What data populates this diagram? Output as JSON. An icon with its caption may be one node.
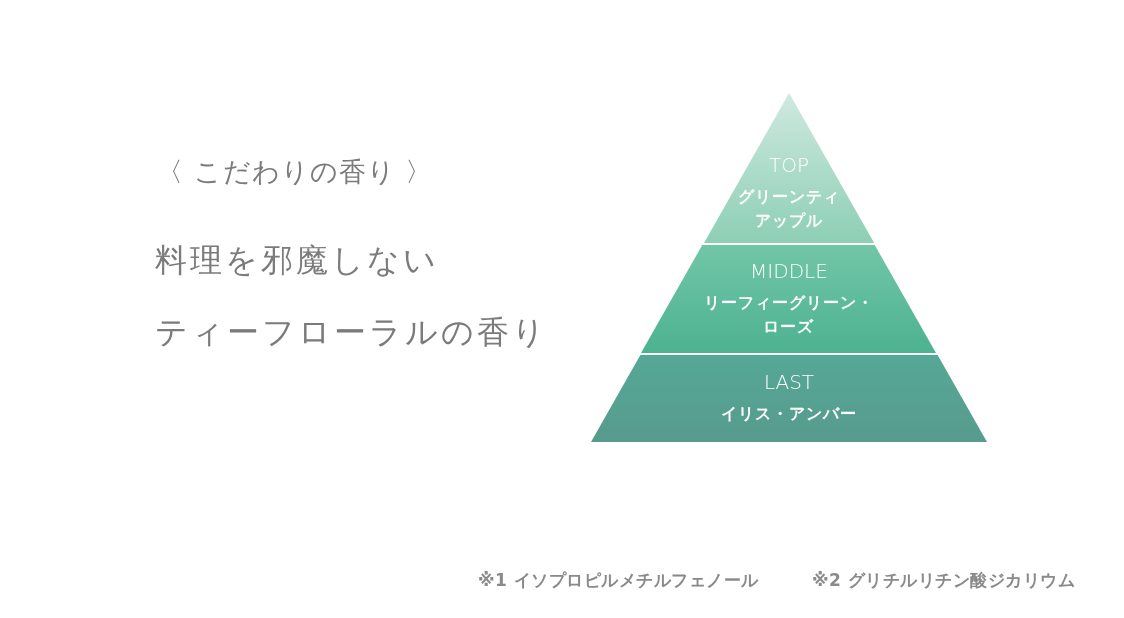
{
  "diagram": {
    "title": "〈 こだわりの香り 〉",
    "nodes": [
      {
        "text": [
          "TOP",
          "グリーンティアップル"
        ]
      },
      {
        "text": [
          "MIDDLE",
          "リーフィーグリーン・ローズ"
        ]
      },
      {
        "text": [
          "LAST",
          "イリス・アンバー"
        ]
      }
    ],
    "labels": [
      "料理を邪魔しない",
      "ティーフローラルの香り",
      "※1 イソプロピルメチルフェノール",
      "※2 グリチルリチン酸ジカリウム"
    ]
  }
}
